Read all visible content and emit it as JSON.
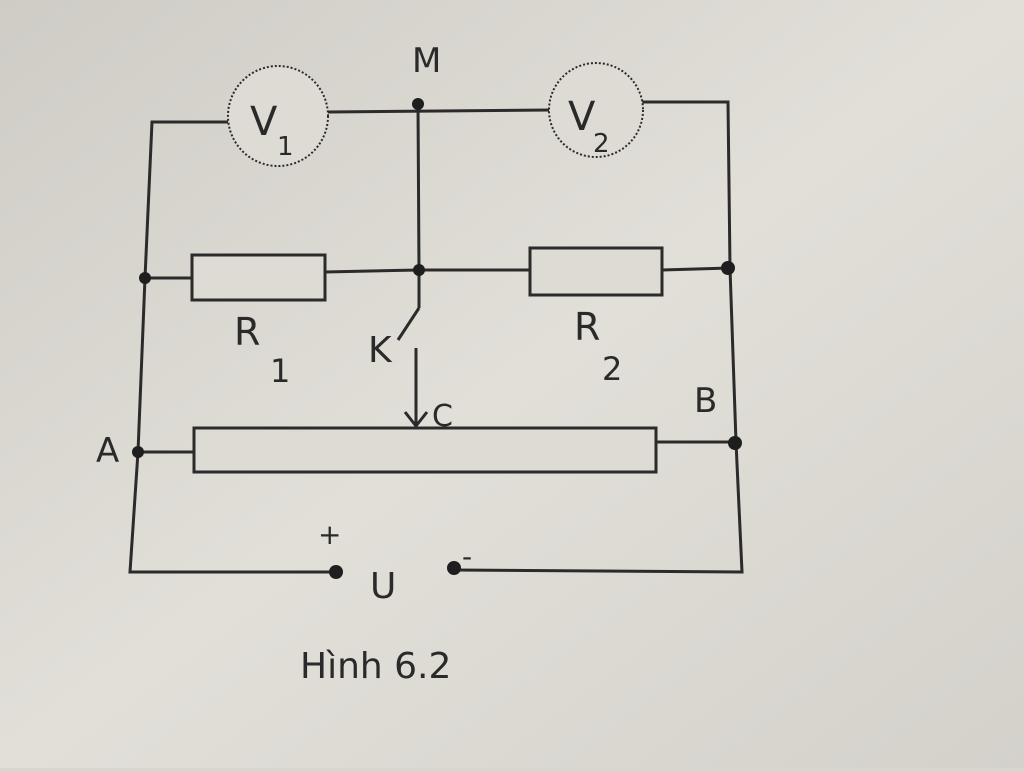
{
  "labels": {
    "node_m": "M",
    "node_a": "A",
    "node_b": "B",
    "node_c": "C",
    "voltmeter_1": "V",
    "voltmeter_1_sub": "1",
    "voltmeter_2": "V",
    "voltmeter_2_sub": "2",
    "resistor_1": "R",
    "resistor_1_sub": "1",
    "resistor_2": "R",
    "resistor_2_sub": "2",
    "switch": "K",
    "plus": "+",
    "minus": "-",
    "source": "U",
    "caption": "Hình 6.2"
  },
  "colors": {
    "paper": "#d9d6d0",
    "ink": "#2b2b2b"
  }
}
